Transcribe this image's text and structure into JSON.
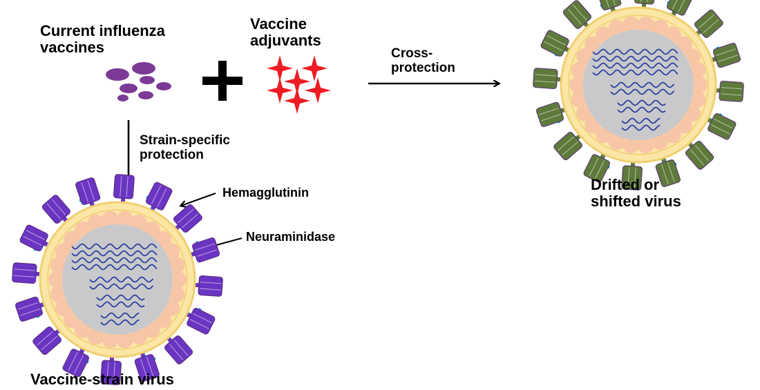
{
  "labels": {
    "current_vaccines_line1": "Current influenza",
    "current_vaccines_line2": "vaccines",
    "adjuvants_line1": "Vaccine",
    "adjuvants_line2": "adjuvants",
    "cross_protection_line1": "Cross-",
    "cross_protection_line2": "protection",
    "strain_specific_line1": "Strain-specific",
    "strain_specific_line2": "protection",
    "hemagglutinin": "Hemagglutinin",
    "neuraminidase": "Neuraminidase",
    "drifted_line1": "Drifted or",
    "drifted_line2": "shifted virus",
    "vaccine_strain_virus": "Vaccine-strain virus"
  },
  "colors": {
    "vaccine_particles": "#7b3a96",
    "adjuvant_stars": "#ee1c24",
    "hemagglutinin_vaccine_strain": "#6a35c2",
    "hemagglutinin_drifted": "#5e7a3a",
    "neuraminidase": "#1ba3d6",
    "envelope": "#fbe6a6",
    "matrix_beads": "#f7c6a6",
    "core": "#c9c9cc",
    "rna_segments": "#2b3f9e",
    "arrows": "#000000"
  },
  "icons": {
    "vaccine": "vaccine-particles-icon",
    "adjuvant": "adjuvant-stars-icon",
    "plus": "plus-icon",
    "virus_a": "vaccine-strain-virus-icon",
    "virus_b": "drifted-virus-icon"
  }
}
